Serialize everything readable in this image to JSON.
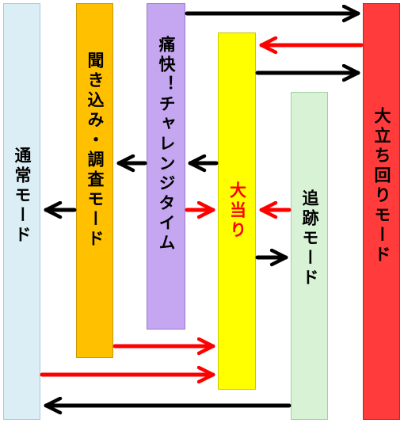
{
  "columns": {
    "normal": {
      "label": "通常モード"
    },
    "listen": {
      "label": "聞き込み・調査モード"
    },
    "exciting": {
      "label": "痛快！チャレンジタイム"
    },
    "jackpot": {
      "label": "大当り"
    },
    "chase": {
      "label": "追跡モード"
    },
    "big": {
      "label": "大立ち回りモード"
    }
  },
  "colors": {
    "black_arrow": "#000000",
    "red_arrow": "#ff0000",
    "jackpot_text": "#ff0000"
  }
}
